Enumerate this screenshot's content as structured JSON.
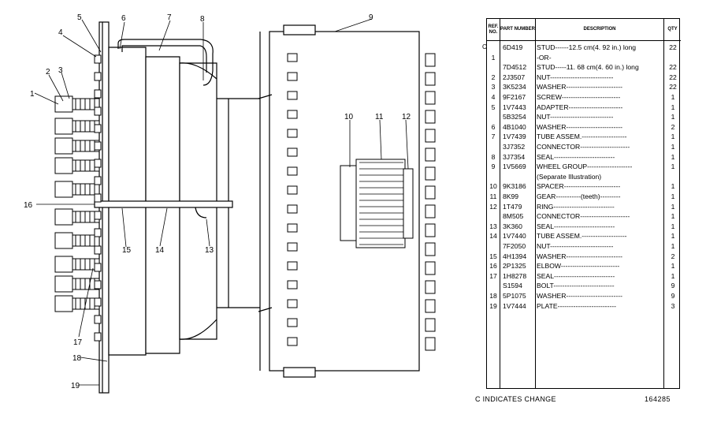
{
  "headers": {
    "ref": "REF. NO.",
    "part": "PART NUMBER",
    "desc": "DESCRIPTION",
    "qty": "QTY"
  },
  "change_mark": "C",
  "rows": [
    {
      "ref": "",
      "part": "6D419",
      "desc": "STUD------12.5 cm(4. 92 in.) long",
      "qty": "22",
      "change": "C"
    },
    {
      "ref": "1",
      "part": "",
      "desc": "           -OR-",
      "qty": ""
    },
    {
      "ref": "",
      "part": "7D4512",
      "desc": "STUD-----11. 68 cm(4. 60 in.) long",
      "qty": "22"
    },
    {
      "ref": "2",
      "part": "2J3507",
      "desc": "NUT----------------------------",
      "qty": "22"
    },
    {
      "ref": "3",
      "part": "3K5234",
      "desc": "WASHER-------------------------",
      "qty": "22"
    },
    {
      "ref": "4",
      "part": "9F2167",
      "desc": "SCREW--------------------------",
      "qty": "1"
    },
    {
      "ref": "5",
      "part": "1V7443",
      "desc": "ADAPTER------------------------",
      "qty": "1"
    },
    {
      "ref": "",
      "part": "5B3254",
      "desc": "NUT----------------------------",
      "qty": "1"
    },
    {
      "ref": "6",
      "part": "4B1040",
      "desc": "WASHER-------------------------",
      "qty": "2"
    },
    {
      "ref": "7",
      "part": "1V7439",
      "desc": "TUBE ASSEM.--------------------",
      "qty": "1"
    },
    {
      "ref": "",
      "part": "3J7352",
      "desc": "CONNECTOR----------------------",
      "qty": "1"
    },
    {
      "ref": "8",
      "part": "3J7354",
      "desc": "SEAL---------------------------",
      "qty": "1"
    },
    {
      "ref": "9",
      "part": "1V5669",
      "desc": "WHEEL GROUP--------------------",
      "qty": "1"
    },
    {
      "ref": "",
      "part": "",
      "desc": "     (Separate Illustration)",
      "qty": ""
    },
    {
      "ref": "10",
      "part": "9K3186",
      "desc": "SPACER-------------------------",
      "qty": "1"
    },
    {
      "ref": "11",
      "part": "8K99",
      "desc": "GEAR-----------(teeth)---------",
      "qty": "1"
    },
    {
      "ref": "12",
      "part": "1T479",
      "desc": "RING---------------------------",
      "qty": "1"
    },
    {
      "ref": "",
      "part": "8M505",
      "desc": "CONNECTOR----------------------",
      "qty": "1"
    },
    {
      "ref": "13",
      "part": "3K360",
      "desc": "SEAL---------------------------",
      "qty": "1"
    },
    {
      "ref": "14",
      "part": "1V7440",
      "desc": "TUBE ASSEM.--------------------",
      "qty": "1"
    },
    {
      "ref": "",
      "part": "7F2050",
      "desc": "NUT----------------------------",
      "qty": "1"
    },
    {
      "ref": "15",
      "part": "4H1394",
      "desc": "WASHER-------------------------",
      "qty": "2"
    },
    {
      "ref": "16",
      "part": "2P1325",
      "desc": "ELBOW--------------------------",
      "qty": "1"
    },
    {
      "ref": "17",
      "part": "1H8278",
      "desc": "SEAL---------------------------",
      "qty": "1"
    },
    {
      "ref": "",
      "part": "S1594",
      "desc": "BOLT---------------------------",
      "qty": "9"
    },
    {
      "ref": "18",
      "part": "5P1075",
      "desc": "WASHER-------------------------",
      "qty": "9"
    },
    {
      "ref": "19",
      "part": "1V7444",
      "desc": "PLATE--------------------------",
      "qty": "3"
    }
  ],
  "footer": {
    "note": "C INDICATES CHANGE",
    "number": "164285"
  },
  "callouts": [
    "1",
    "2",
    "3",
    "4",
    "5",
    "6",
    "7",
    "8",
    "9",
    "10",
    "11",
    "12",
    "13",
    "14",
    "15",
    "16",
    "17",
    "18",
    "19"
  ]
}
